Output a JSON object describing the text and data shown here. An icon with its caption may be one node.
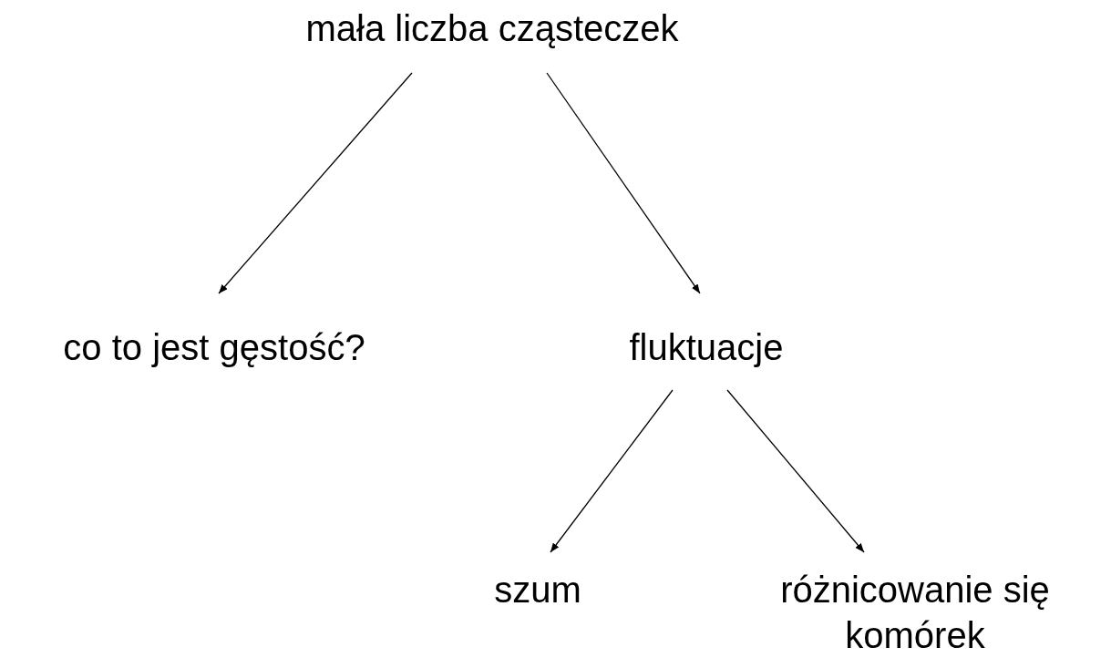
{
  "diagram": {
    "nodes": [
      {
        "text": [
          "mała liczba cząsteczek"
        ]
      },
      {
        "text": [
          "co to jest gęstość?"
        ]
      },
      {
        "text": [
          "fluktuacje"
        ]
      },
      {
        "text": [
          "szum"
        ]
      },
      {
        "text": [
          "różnicowanie się komórek"
        ]
      }
    ],
    "edges": [
      {
        "from": 0,
        "to": 1,
        "arrow": "to"
      },
      {
        "from": 0,
        "to": 2,
        "arrow": "to"
      },
      {
        "from": 2,
        "to": 3,
        "arrow": "to"
      },
      {
        "from": 2,
        "to": 4,
        "arrow": "to"
      }
    ]
  }
}
